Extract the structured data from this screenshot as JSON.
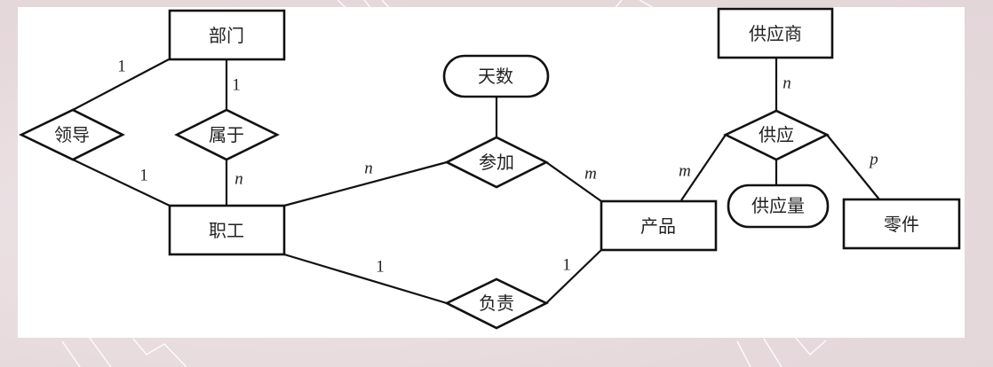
{
  "diagram": {
    "type": "ER diagram",
    "colors": {
      "background": "#e8dcdf",
      "panel": "#ffffff",
      "stroke": "#111111",
      "text": "#222222"
    },
    "entities": [
      {
        "id": "dept",
        "label": "部门"
      },
      {
        "id": "emp",
        "label": "职工"
      },
      {
        "id": "product",
        "label": "产品"
      },
      {
        "id": "supplier",
        "label": "供应商"
      },
      {
        "id": "part",
        "label": "零件"
      }
    ],
    "relationships": [
      {
        "id": "lead",
        "label": "领导"
      },
      {
        "id": "belong",
        "label": "属于"
      },
      {
        "id": "join",
        "label": "参加"
      },
      {
        "id": "charge",
        "label": "负责"
      },
      {
        "id": "supply",
        "label": "供应"
      }
    ],
    "attributes": [
      {
        "id": "days",
        "label": "天数",
        "of": "参加"
      },
      {
        "id": "qty",
        "label": "供应量",
        "of": "供应"
      }
    ],
    "cardinalities": {
      "lead_dept": "1",
      "lead_emp": "1",
      "belong_dept": "1",
      "belong_emp": "n",
      "join_emp": "n",
      "join_product": "m",
      "charge_emp": "1",
      "charge_product": "1",
      "supply_supplier": "n",
      "supply_product": "m",
      "supply_part": "p"
    }
  }
}
